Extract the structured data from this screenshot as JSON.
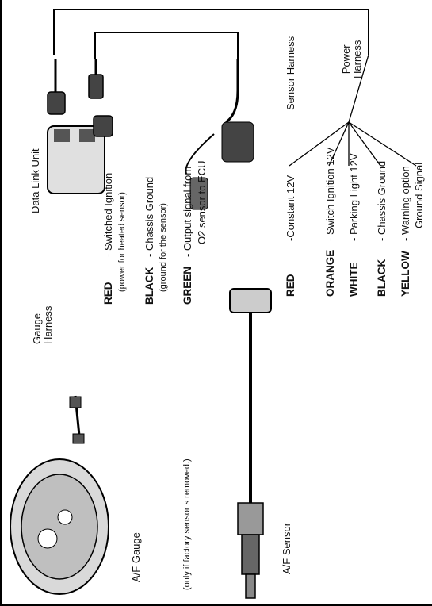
{
  "components": {
    "af_gauge": "A/F Gauge",
    "gauge_harness": "Gauge\nHarness",
    "data_link_unit": "Data Link Unit",
    "sensor_harness": "Sensor Harness",
    "power_harness": "Power\nHarness",
    "af_sensor": "A/F Sensor"
  },
  "sensor_wires": [
    {
      "color": "RED",
      "desc": "- Switched Ignition",
      "sub": "(power for heated sensor)"
    },
    {
      "color": "BLACK",
      "desc": "- Chassis Ground",
      "sub": "(ground for the sensor)"
    },
    {
      "color": "GREEN",
      "desc": "- Output signal from",
      "sub": "O2 sensor to ECU"
    }
  ],
  "note": "(only if factory sensor s removed.)",
  "power_wires": [
    {
      "color": "RED",
      "desc": "-Constant 12V"
    },
    {
      "color": "ORANGE",
      "desc": "- Switch Ignition 12V"
    },
    {
      "color": "WHITE",
      "desc": "- Parking Light 12V"
    },
    {
      "color": "BLACK",
      "desc": "- Chassis Ground"
    },
    {
      "color": "YELLOW",
      "desc": "- Warning option",
      "sub": "Ground Signal"
    }
  ]
}
